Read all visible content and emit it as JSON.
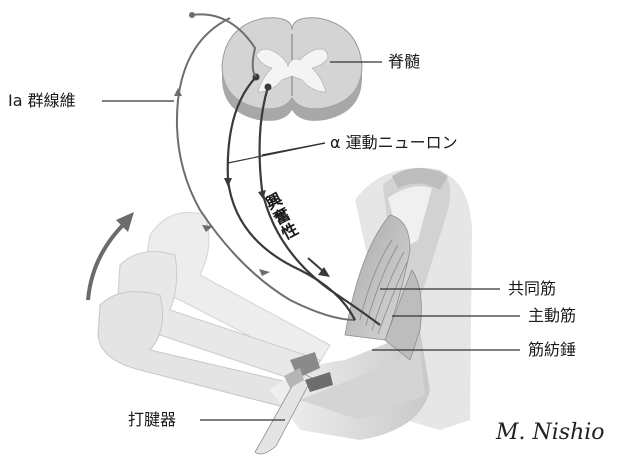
{
  "labels": {
    "spinal_cord": "脊髄",
    "ia_fiber": "Ia 群線維",
    "alpha_motor_neuron": "α 運動ニューロン",
    "excitatory": "興奮性",
    "synergist_muscle": "共同筋",
    "agonist_muscle": "主動筋",
    "muscle_spindle": "筋紡錘",
    "reflex_hammer": "打腱器"
  },
  "signature": "M. Nishio",
  "colors": {
    "fiber": "#6e6e6e",
    "motor": "#3a3a3a",
    "arrow": "#555555",
    "cord_white": "#d4d4d4",
    "cord_gray": "#f2f2f2",
    "arm_light": "#e9e9e9",
    "arm_mid": "#cfcfcf",
    "arm_dark": "#9a9a9a"
  }
}
